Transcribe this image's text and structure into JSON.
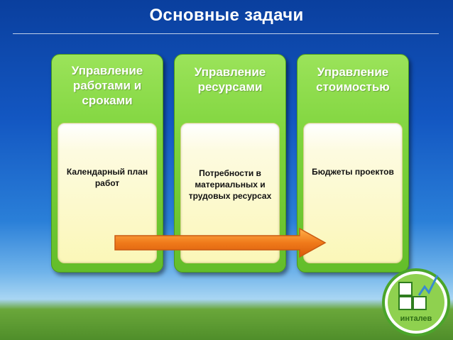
{
  "header": {
    "title": "Основные задачи"
  },
  "cards": [
    {
      "title": "Управление работами и сроками",
      "content": "Календарный план работ"
    },
    {
      "title": "Управление ресурсами",
      "content": "Потребности в материальных и трудовых ресурсах"
    },
    {
      "title": "Управление стоимостью",
      "content": "Бюджеты проектов"
    }
  ],
  "logo": {
    "text": "инталев"
  },
  "colors": {
    "card_green": "#7ed43c",
    "inner_yellow": "#fbf7b8",
    "arrow_orange": "#f07a1a"
  }
}
